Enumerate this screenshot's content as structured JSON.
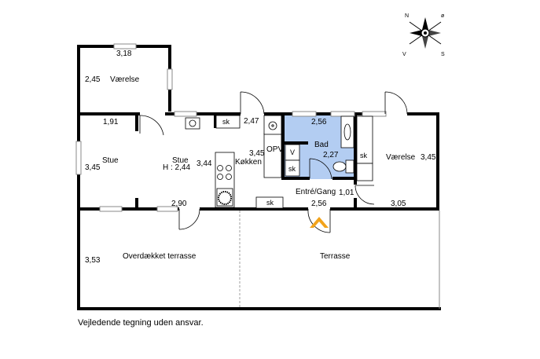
{
  "rooms": {
    "vaerelse_top": "Værelse",
    "stue_left": "Stue",
    "stue_main": "Stue",
    "stue_height": "H : 2,44",
    "koekken": "Køkken",
    "opv": "OPV",
    "bad": "Bad",
    "entre": "Entré/Gang",
    "vaerelse_right": "Værelse",
    "overdaekket": "Overdækket terrasse",
    "terrasse": "Terrasse"
  },
  "dimensions": {
    "d318": "3,18",
    "d245": "2,45",
    "d191": "1,91",
    "d345_left": "3,45",
    "d344": "3,44",
    "d290": "2,90",
    "d247": "2,47",
    "d345_kitchen": "3,45",
    "d256_bad": "2,56",
    "d227": "2,27",
    "d101": "1,01",
    "d256_entry": "2,56",
    "d305": "3,05",
    "d345_right": "3,45",
    "d353": "3,53"
  },
  "fixtures": {
    "sk1": "sk",
    "sk2": "sk",
    "sk3": "sk",
    "sk4": "sk",
    "v": "V"
  },
  "compass": {
    "n": "N",
    "o": "ø",
    "v": "V",
    "s": "S"
  },
  "colors": {
    "bathroom": "#b3cdf2",
    "walls": "#000000",
    "entry_arrow": "#f2a31b"
  },
  "disclaimer": "Vejledende tegning uden ansvar."
}
